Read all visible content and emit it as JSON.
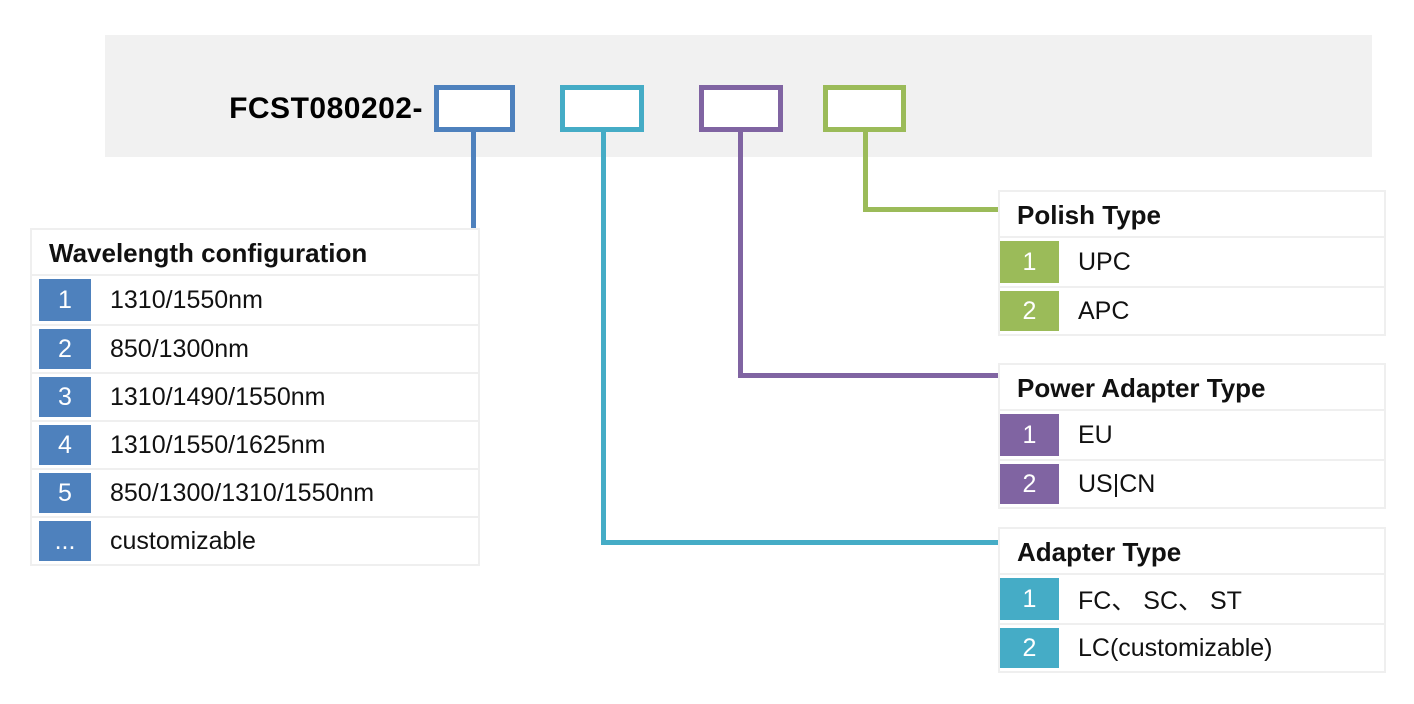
{
  "product_code": "FCST080202-",
  "colors": {
    "blue_accent": "#4e81bd",
    "teal_accent": "#45acc6",
    "purple_accent": "#8064a2",
    "green_accent": "#9bbb59",
    "band_background": "#f1f1f1",
    "table_border": "#efefef"
  },
  "code_boxes": [
    {
      "name": "wavelength-code-box",
      "color": "#4e81bd"
    },
    {
      "name": "adapter-code-box",
      "color": "#45acc6"
    },
    {
      "name": "power-adapter-code-box",
      "color": "#8064a2"
    },
    {
      "name": "polish-code-box",
      "color": "#9bbb59"
    }
  ],
  "tables": {
    "wavelength": {
      "title": "Wavelength configuration",
      "rows": [
        {
          "key": "1",
          "value": "1310/1550nm"
        },
        {
          "key": "2",
          "value": "850/1300nm"
        },
        {
          "key": "3",
          "value": "1310/1490/1550nm"
        },
        {
          "key": "4",
          "value": "1310/1550/1625nm"
        },
        {
          "key": "5",
          "value": "850/1300/1310/1550nm"
        },
        {
          "key": "...",
          "value": "customizable"
        }
      ]
    },
    "polish": {
      "title": "Polish Type",
      "rows": [
        {
          "key": "1",
          "value": "UPC"
        },
        {
          "key": "2",
          "value": "APC"
        }
      ]
    },
    "power": {
      "title": "Power Adapter Type",
      "rows": [
        {
          "key": "1",
          "value": "EU"
        },
        {
          "key": "2",
          "value": "US|CN"
        }
      ]
    },
    "adapter": {
      "title": "Adapter Type",
      "rows": [
        {
          "key": "1",
          "value": "FC、 SC、 ST"
        },
        {
          "key": "2",
          "value": "LC(customizable)"
        }
      ]
    }
  }
}
